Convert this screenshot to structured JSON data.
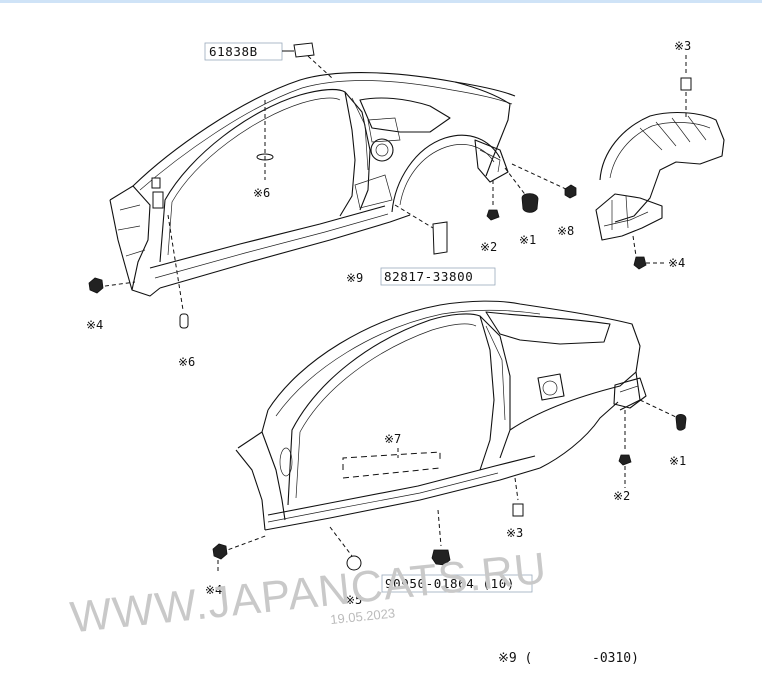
{
  "labels": {
    "part_61838b": "61838B",
    "part_82817": "82817-33800",
    "part_90950": "90950-01864 (10)",
    "ref9_prefix": "※9",
    "n1": "※1",
    "n2": "※2",
    "n3": "※3",
    "n4": "※4",
    "n5": "※5",
    "n6": "※6",
    "n7": "※7",
    "n8": "※8"
  },
  "watermark": {
    "text": "WWW.JAPANCATS.RU",
    "date": "19.05.2023"
  },
  "footnote": {
    "ref": "※9 (",
    "range": "-0310)"
  },
  "colors": {
    "line": "#111111",
    "watermark": "#c9c9c9",
    "topbar": "#cfe3f7"
  }
}
